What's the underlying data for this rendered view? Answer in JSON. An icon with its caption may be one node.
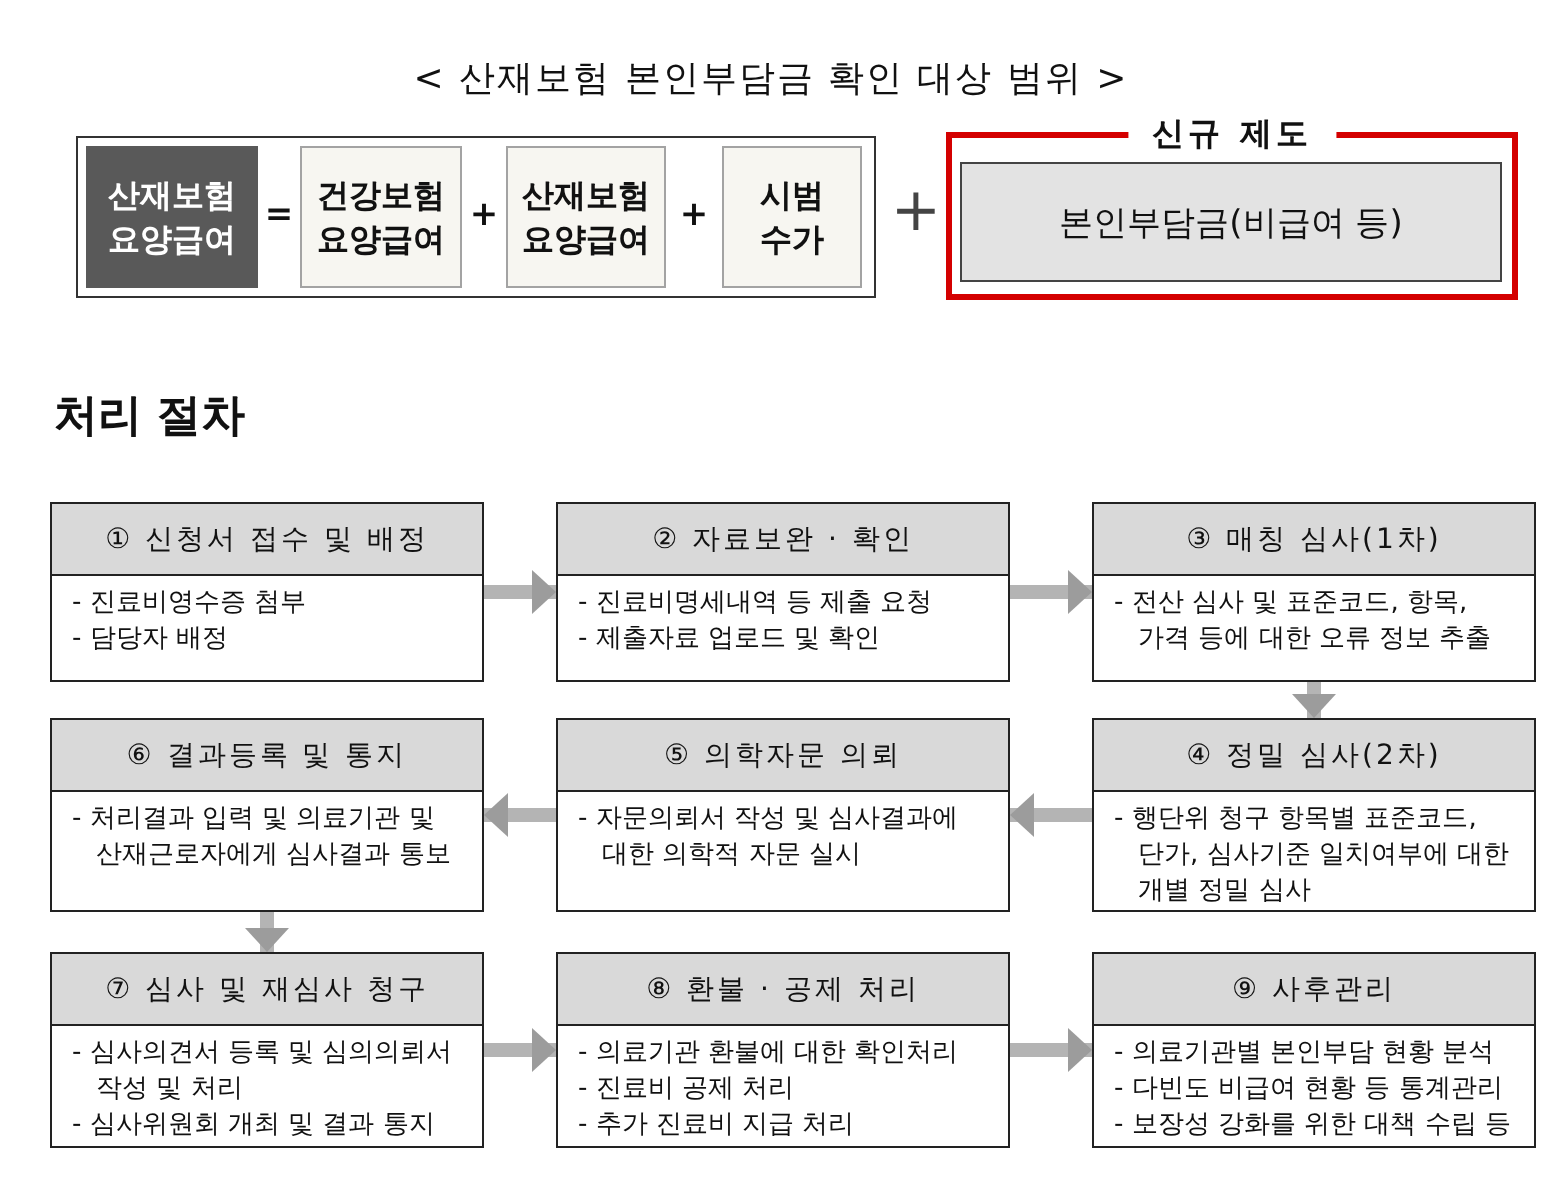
{
  "diagram": {
    "title": "< 산재보험 본인부담금 확인 대상 범위 >",
    "nodes": [
      {
        "text": [],
        "shape": "box"
      },
      {
        "text": [
          "산재보험 요양급여"
        ],
        "in": 0
      },
      {
        "text": [
          "건강보험 요양급여"
        ],
        "in": 0
      },
      {
        "text": [
          "산재보험 요양급여"
        ],
        "in": 0
      },
      {
        "text": [
          "시범 수가"
        ],
        "in": 0
      },
      {
        "text": [
          "신규 제도"
        ]
      },
      {
        "text": [
          "본인부담금(비급여 등)"
        ],
        "in": 5
      },
      {
        "text": [
          "① 신청서 접수 및 배정",
          "- 진료비영수증 첨부",
          "- 담당자 배정"
        ]
      },
      {
        "text": [
          "② 자료보완 · 확인",
          "- 진료비명세내역 등 제출 요청",
          "- 제출자료 업로드 및 확인"
        ]
      },
      {
        "text": [
          "③ 매칭 심사(1차)",
          "- 전산 심사 및 표준코드, 항목, 가격 등에 대한 오류 정보 추출"
        ]
      },
      {
        "text": [
          "④ 정밀 심사(2차)",
          "- 행단위 청구 항목별 표준코드, 단가, 심사기준 일치여부에 대한 개별 정밀 심사"
        ]
      },
      {
        "text": [
          "⑤ 의학자문 의뢰",
          "- 자문의뢰서 작성 및 심사결과에 대한 의학적 자문 실시"
        ]
      },
      {
        "text": [
          "⑥ 결과등록 및 통지",
          "- 처리결과 입력 및 의료기관 및 산재근로자에게 심사결과 통보"
        ]
      },
      {
        "text": [
          "⑦ 심사 및 재심사 청구",
          "- 심사의견서 등록 및 심의의뢰서 작성 및 처리",
          "- 심사위원회 개최 및 결과 통지"
        ]
      },
      {
        "text": [
          "⑧ 환불 · 공제 처리",
          "- 의료기관 환불에 대한 확인처리",
          "- 진료비 공제 처리",
          "- 추가 진료비 지급 처리"
        ]
      },
      {
        "text": [
          "⑨ 사후관리",
          "- 의료기관별 본인부담 현황 분석",
          "- 다빈도 비급여 현황 등 통계관리",
          "- 보장성 강화를 위한 대책 수립 등"
        ]
      }
    ],
    "edges": [
      {
        "from": 7,
        "to": 8,
        "arrow": "to"
      },
      {
        "from": 8,
        "to": 9,
        "arrow": "to"
      },
      {
        "from": 9,
        "to": 10,
        "arrow": "to"
      },
      {
        "from": 10,
        "to": 11,
        "arrow": "to"
      },
      {
        "from": 11,
        "to": 12,
        "arrow": "to"
      },
      {
        "from": 12,
        "to": 13,
        "arrow": "to"
      },
      {
        "from": 13,
        "to": 14,
        "arrow": "to"
      },
      {
        "from": 14,
        "to": 15,
        "arrow": "to"
      }
    ],
    "labels": [
      "=",
      "+",
      "+",
      "+",
      "처리 절차"
    ]
  }
}
